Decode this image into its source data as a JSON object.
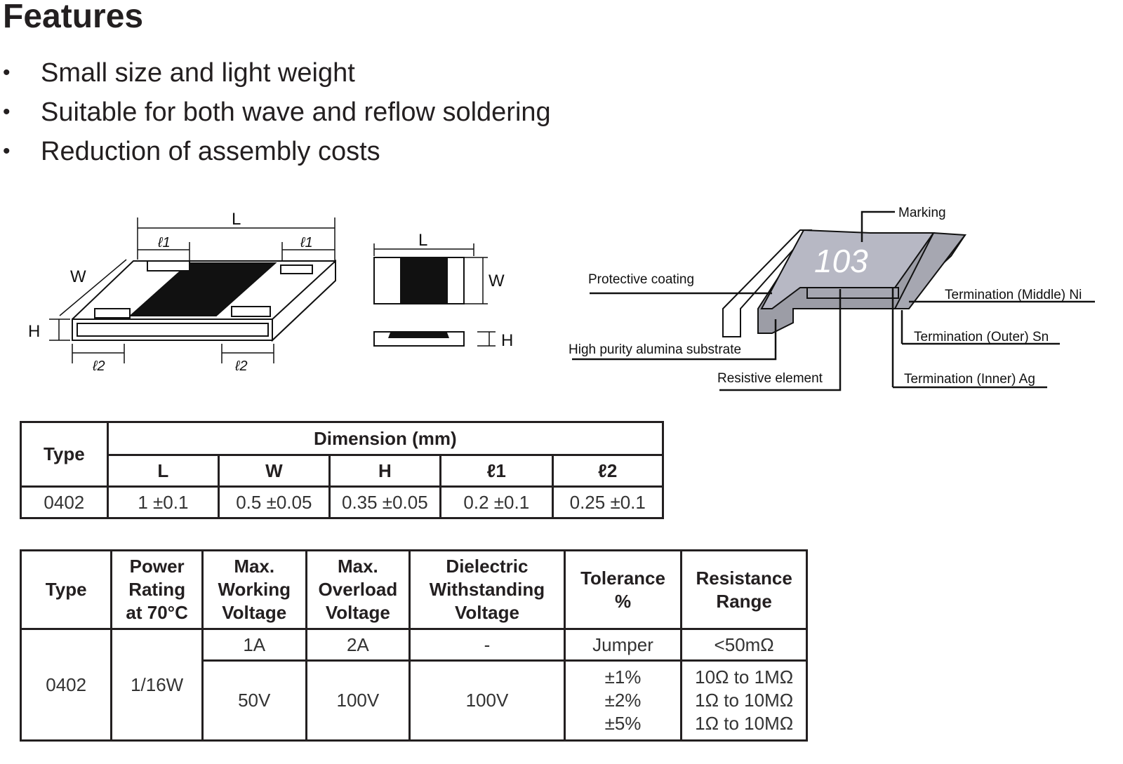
{
  "title": "Features",
  "bullets": [
    "Small size and light weight",
    "Suitable for both wave and reflow soldering",
    "Reduction of assembly costs"
  ],
  "diagram_dims": {
    "L": "L",
    "W": "W",
    "H": "H",
    "l1": "ℓ1",
    "l2": "ℓ2"
  },
  "diagram_structure": {
    "marking": "Marking",
    "marking_text": "103",
    "protective": "Protective coating",
    "substrate": "High purity alumina substrate",
    "resistive": "Resistive element",
    "middle": "Termination (Middle) Ni",
    "outer": "Termination (Outer) Sn",
    "inner": "Termination (Inner) Ag"
  },
  "dimension_table": {
    "type_header": "Type",
    "group_header": "Dimension (mm)",
    "columns": [
      "L",
      "W",
      "H",
      "ℓ1",
      "ℓ2"
    ],
    "rows": [
      {
        "type": "0402",
        "values": [
          "1 ±0.1",
          "0.5 ±0.05",
          "0.35 ±0.05",
          "0.2 ±0.1",
          "0.25 ±0.1"
        ]
      }
    ]
  },
  "rating_table": {
    "headers": {
      "type": "Type",
      "power": [
        "Power",
        "Rating",
        "at 70°C"
      ],
      "working": [
        "Max.",
        "Working",
        "Voltage"
      ],
      "overload": [
        "Max.",
        "Overload",
        "Voltage"
      ],
      "dielectric": [
        "Dielectric",
        "Withstanding",
        "Voltage"
      ],
      "tolerance": [
        "Tolerance",
        "%"
      ],
      "range": [
        "Resistance",
        "Range"
      ]
    },
    "type": "0402",
    "power": "1/16W",
    "jumper_row": {
      "working": "1A",
      "overload": "2A",
      "dielectric": "-",
      "tolerance": "Jumper",
      "range": "<50mΩ"
    },
    "resistor_row": {
      "working": "50V",
      "overload": "100V",
      "dielectric": "100V",
      "tolerance": [
        "±1%",
        "±2%",
        "±5%"
      ],
      "range": [
        "10Ω to 1MΩ",
        "1Ω to 10MΩ",
        "1Ω to 10MΩ"
      ]
    }
  }
}
